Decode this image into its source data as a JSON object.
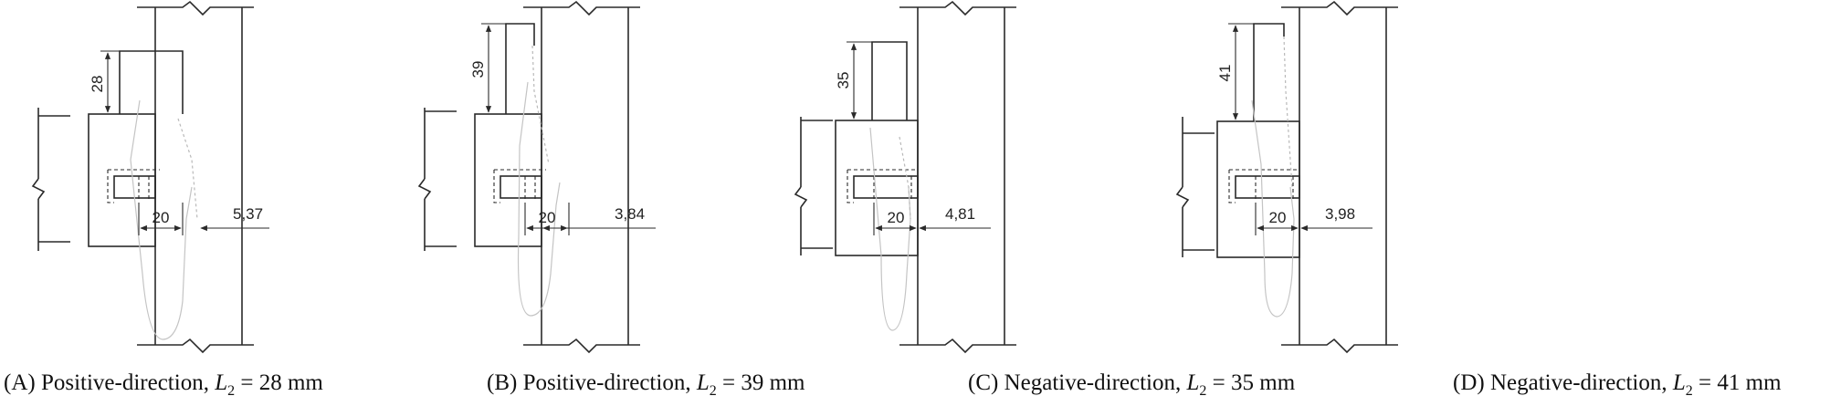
{
  "panels": [
    {
      "key": "A",
      "gap_value": "28",
      "offset_label": "5,37",
      "width_label": "20",
      "caption_prefix": "(A) Positive-direction, ",
      "caption_var": "L",
      "caption_sub": "2",
      "caption_suffix": " = 28 mm"
    },
    {
      "key": "B",
      "gap_value": "39",
      "offset_label": "3,84",
      "width_label": "20",
      "caption_prefix": "(B) Positive-direction, ",
      "caption_var": "L",
      "caption_sub": "2",
      "caption_suffix": " = 39 mm"
    },
    {
      "key": "C",
      "gap_value": "35",
      "offset_label": "4,81",
      "width_label": "20",
      "caption_prefix": "(C) Negative-direction, ",
      "caption_var": "L",
      "caption_sub": "2",
      "caption_suffix": " = 35 mm"
    },
    {
      "key": "D",
      "gap_value": "41",
      "offset_label": "3,98",
      "width_label": "20",
      "caption_prefix": "(D) Negative-direction, ",
      "caption_var": "L",
      "caption_sub": "2",
      "caption_suffix": " = 41 mm"
    }
  ]
}
